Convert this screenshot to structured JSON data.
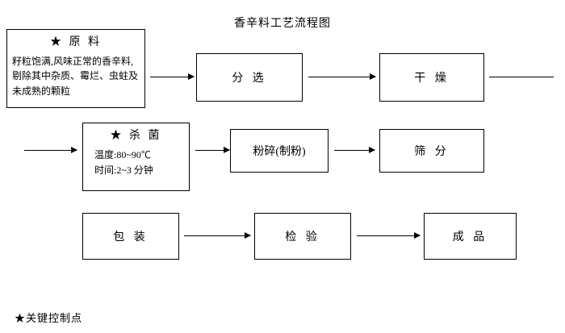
{
  "title": "香辛料工艺流程图",
  "nodes": {
    "raw_material": {
      "header": "★ 原  料",
      "lines": [
        "籽粒饱满,风味正常的香辛料,",
        "剔除其中杂质、霉烂、虫蛀及",
        "未成熟的颗粒"
      ]
    },
    "sorting": {
      "label": "分  选"
    },
    "drying": {
      "label": "干  燥"
    },
    "sterilize": {
      "header": "★ 杀  菌",
      "lines": [
        "温度:80~90℃",
        "时间:2~3 分钟"
      ]
    },
    "grinding": {
      "label": "粉碎(制粉)"
    },
    "sieving": {
      "label": "筛  分"
    },
    "packing": {
      "label": "包  装"
    },
    "inspection": {
      "label": "检  验"
    },
    "finished": {
      "label": "成  品"
    }
  },
  "footnote": "★关键控制点",
  "colors": {
    "line": "#000000",
    "text": "#000000",
    "mark": "#c0392b",
    "background": "#ffffff"
  }
}
